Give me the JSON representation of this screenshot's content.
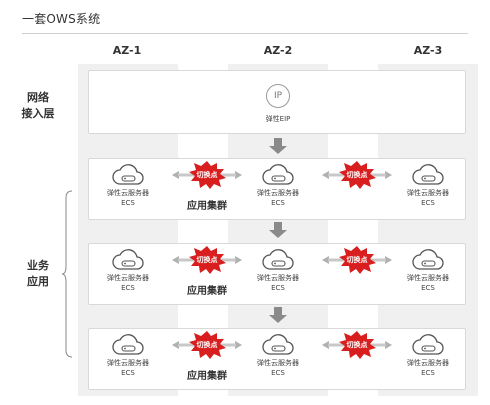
{
  "title": "一套OWS系统",
  "az_labels": [
    "AZ-1",
    "AZ-2",
    "AZ-3"
  ],
  "layers": {
    "network": {
      "line1": "网络",
      "line2": "接入层"
    },
    "business": {
      "line1": "业务",
      "line2": "应用"
    }
  },
  "eip": {
    "label": "弹性EIP",
    "icon": "IP"
  },
  "ecs": {
    "line1": "弹性云服务器",
    "line2": "ECS"
  },
  "switch_label": "切换点",
  "cluster_label": "应用集群",
  "colors": {
    "switch_red": "#d81e1e",
    "band_gray": "#f0f0f0",
    "arrow_gray": "#8a8a8a"
  }
}
